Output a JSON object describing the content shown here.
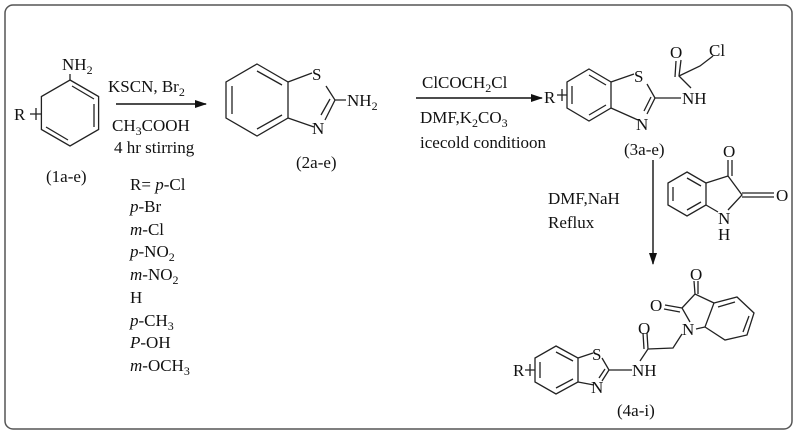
{
  "compound1": {
    "nh2": [
      "NH",
      "2"
    ],
    "r": "R",
    "label": "(1a-e)"
  },
  "step1": {
    "line1": [
      "KSCN, Br",
      "2"
    ],
    "line2": [
      "CH",
      "3",
      "COOH"
    ],
    "line3": "4 hr stirring"
  },
  "compound2": {
    "s": "S",
    "n": "N",
    "nh2": [
      "NH",
      "2"
    ],
    "label": "(2a-e)"
  },
  "substituents": {
    "prefix": "R= ",
    "items": [
      {
        "pos": "p",
        "group": [
          "-Cl",
          ""
        ]
      },
      {
        "pos": "p",
        "group": [
          "-Br",
          ""
        ]
      },
      {
        "pos": "m",
        "group": [
          "-Cl",
          ""
        ]
      },
      {
        "pos": "p",
        "group": [
          "-NO",
          "2"
        ]
      },
      {
        "pos": "m",
        "group": [
          "-NO",
          "2"
        ]
      },
      {
        "pos": "",
        "group": [
          "H",
          ""
        ]
      },
      {
        "pos": "p",
        "group": [
          "-CH",
          "3"
        ]
      },
      {
        "pos": "P",
        "group": [
          "-OH",
          ""
        ]
      },
      {
        "pos": "m",
        "group": [
          "-OCH",
          "3"
        ]
      }
    ]
  },
  "step2": {
    "line1": [
      "ClCOCH",
      "2",
      "Cl"
    ],
    "line2": [
      "DMF,K",
      "2",
      "CO",
      "3"
    ],
    "line3": "icecold conditioon"
  },
  "compound3": {
    "r": "R",
    "s": "S",
    "n": "N",
    "nh": "NH",
    "o": "O",
    "cl": "Cl",
    "label": "(3a-e)"
  },
  "step3": {
    "line1": "DMF,NaH",
    "line2": "Reflux"
  },
  "isatin": {
    "o1": "O",
    "o2": "O",
    "n": "N",
    "h": "H"
  },
  "compound4": {
    "r": "R",
    "s": "S",
    "n": "N",
    "nh": "NH",
    "o_amide": "O",
    "n_isatin": "N",
    "o1": "O",
    "o2": "O",
    "label": "(4a-i)"
  }
}
